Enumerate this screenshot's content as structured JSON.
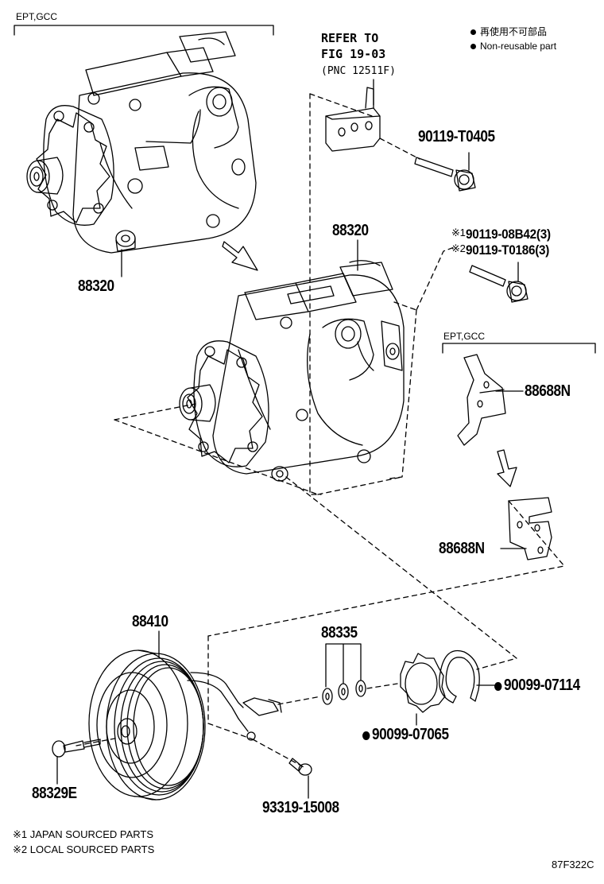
{
  "group_labels": {
    "top_left": "EPT,GCC",
    "right": "EPT,GCC"
  },
  "refer": {
    "line1": "REFER TO",
    "line2": "FIG 19-03",
    "line3": "(PNC 12511F)"
  },
  "legend": {
    "jp": "再使用不可部品",
    "en": "Non-reusable part"
  },
  "parts": {
    "compressor_top": "88320",
    "compressor_main": "88320",
    "bolt_bracket": "90119-T0405",
    "bolt_j1": "90119-08B42(3)",
    "bolt_j2": "90119-T0186(3)",
    "bracket_a": "88688N",
    "bracket_b": "88688N",
    "pulley": "88410",
    "shims": "88335",
    "snap_ring": "90099-07114",
    "retainer": "90099-07065",
    "pulley_bolt": "88329E",
    "clamp_bolt": "93319-15008"
  },
  "markers": {
    "j1": "※1",
    "j2": "※2"
  },
  "notes": {
    "n1": "※1 JAPAN SOURCED PARTS",
    "n2": "※2 LOCAL SOURCED PARTS"
  },
  "figure_code": "87F322C"
}
